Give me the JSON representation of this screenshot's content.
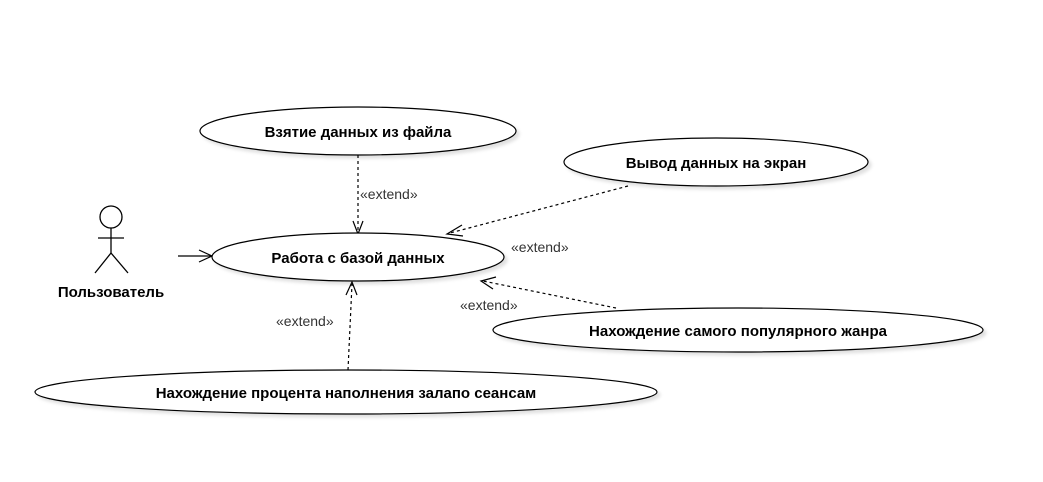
{
  "diagram": {
    "actor": {
      "label": "Пользователь"
    },
    "use_cases": {
      "file_input": "Взятие данных из файла",
      "screen_output": "Вывод данных на экран",
      "database": "Работа с базой данных",
      "popular_genre": "Нахождение самого популярного жанра",
      "hall_percent": "Нахождение процента наполнения залапо сеансам"
    },
    "relations": {
      "file_input_extend": "«extend»",
      "screen_output_extend": "«extend»",
      "popular_genre_extend": "«extend»",
      "hall_percent_extend": "«extend»"
    }
  }
}
